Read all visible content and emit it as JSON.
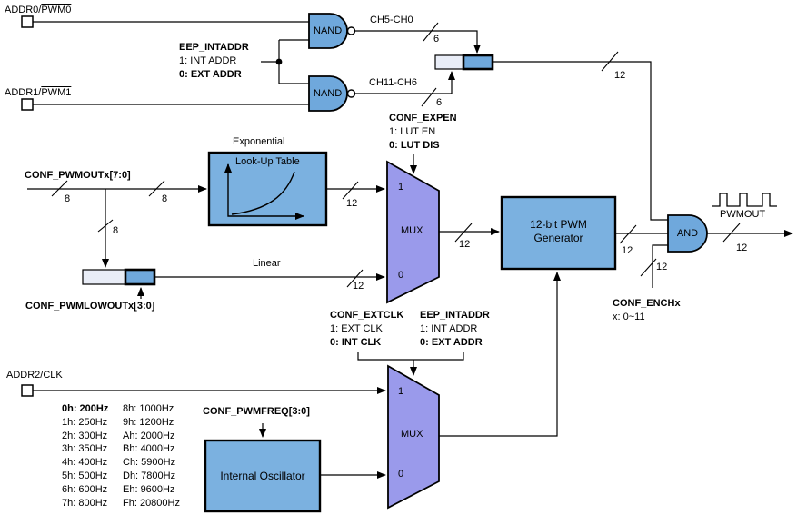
{
  "colors": {
    "block_fill": "#7BB1E0",
    "gate_fill": "#6FA8DC",
    "mux_fill": "#9A9AEB",
    "register_light_fill": "#E9EDF7",
    "register_dark_fill": "#6FA8DC",
    "line": "#000000"
  },
  "pins": {
    "addr0": {
      "prefix": "ADDR0/",
      "overlined": "PWM0"
    },
    "addr1": {
      "prefix": "ADDR1/",
      "overlined": "PWM1"
    },
    "addr2": {
      "label": "ADDR2/CLK"
    }
  },
  "gates": {
    "nand_top": "NAND",
    "nand_bottom": "NAND",
    "and": "AND"
  },
  "signals": {
    "eep_intaddr_top": {
      "name": "EEP_INTADDR",
      "opt1": "1: INT ADDR",
      "opt0": "0: EXT ADDR"
    },
    "conf_expen": {
      "name": "CONF_EXPEN",
      "opt1": "1: LUT EN",
      "opt0": "0: LUT DIS"
    },
    "conf_extclk": {
      "name": "CONF_EXTCLK",
      "opt1": "1: EXT CLK",
      "opt0": "0: INT CLK"
    },
    "eep_intaddr_bottom": {
      "name": "EEP_INTADDR",
      "opt1": "1: INT ADDR",
      "opt0": "0: EXT ADDR"
    },
    "conf_pwmoutx": "CONF_PWMOUTx[7:0]",
    "conf_pwmlowoutx": "CONF_PWMLOWOUTx[3:0]",
    "conf_pwmfreq": "CONF_PWMFREQ[3:0]",
    "conf_enchx": {
      "name": "CONF_ENCHx",
      "sub": "x: 0~11"
    },
    "ch5_ch0": "CH5-CH0",
    "ch11_ch6": "CH11-CH6",
    "linear": "Linear",
    "exponential": "Exponential",
    "pwmout": "PWMOUT"
  },
  "blocks": {
    "lut": "Look-Up Table",
    "pwm_generator_line1": "12-bit PWM",
    "pwm_generator_line2": "Generator",
    "internal_oscillator": "Internal Oscillator",
    "mux_top": {
      "label": "MUX",
      "in1": "1",
      "in0": "0"
    },
    "mux_bottom": {
      "label": "MUX",
      "in1": "1",
      "in0": "0"
    }
  },
  "bus_widths": {
    "ch5_ch0": "6",
    "ch11_ch6": "6",
    "addr_reg_out": "12",
    "pwmout_seg1": "8",
    "pwmout_seg2": "8",
    "pwmout_branch": "8",
    "lut_out": "12",
    "linear_out": "12",
    "mux1_out": "12",
    "pwmgen_out": "12",
    "ench": "12",
    "and_out": "12"
  },
  "freq_table": {
    "rows": [
      {
        "l": "0h: 200Hz",
        "r": "8h: 1000Hz"
      },
      {
        "l": "1h: 250Hz",
        "r": "9h: 1200Hz"
      },
      {
        "l": "2h: 300Hz",
        "r": "Ah: 2000Hz"
      },
      {
        "l": "3h: 350Hz",
        "r": "Bh: 4000Hz"
      },
      {
        "l": "4h: 400Hz",
        "r": "Ch: 5900Hz"
      },
      {
        "l": "5h: 500Hz",
        "r": "Dh: 7800Hz"
      },
      {
        "l": "6h: 600Hz",
        "r": "Eh: 9600Hz"
      },
      {
        "l": "7h: 800Hz",
        "r": "Fh: 20800Hz"
      }
    ]
  }
}
